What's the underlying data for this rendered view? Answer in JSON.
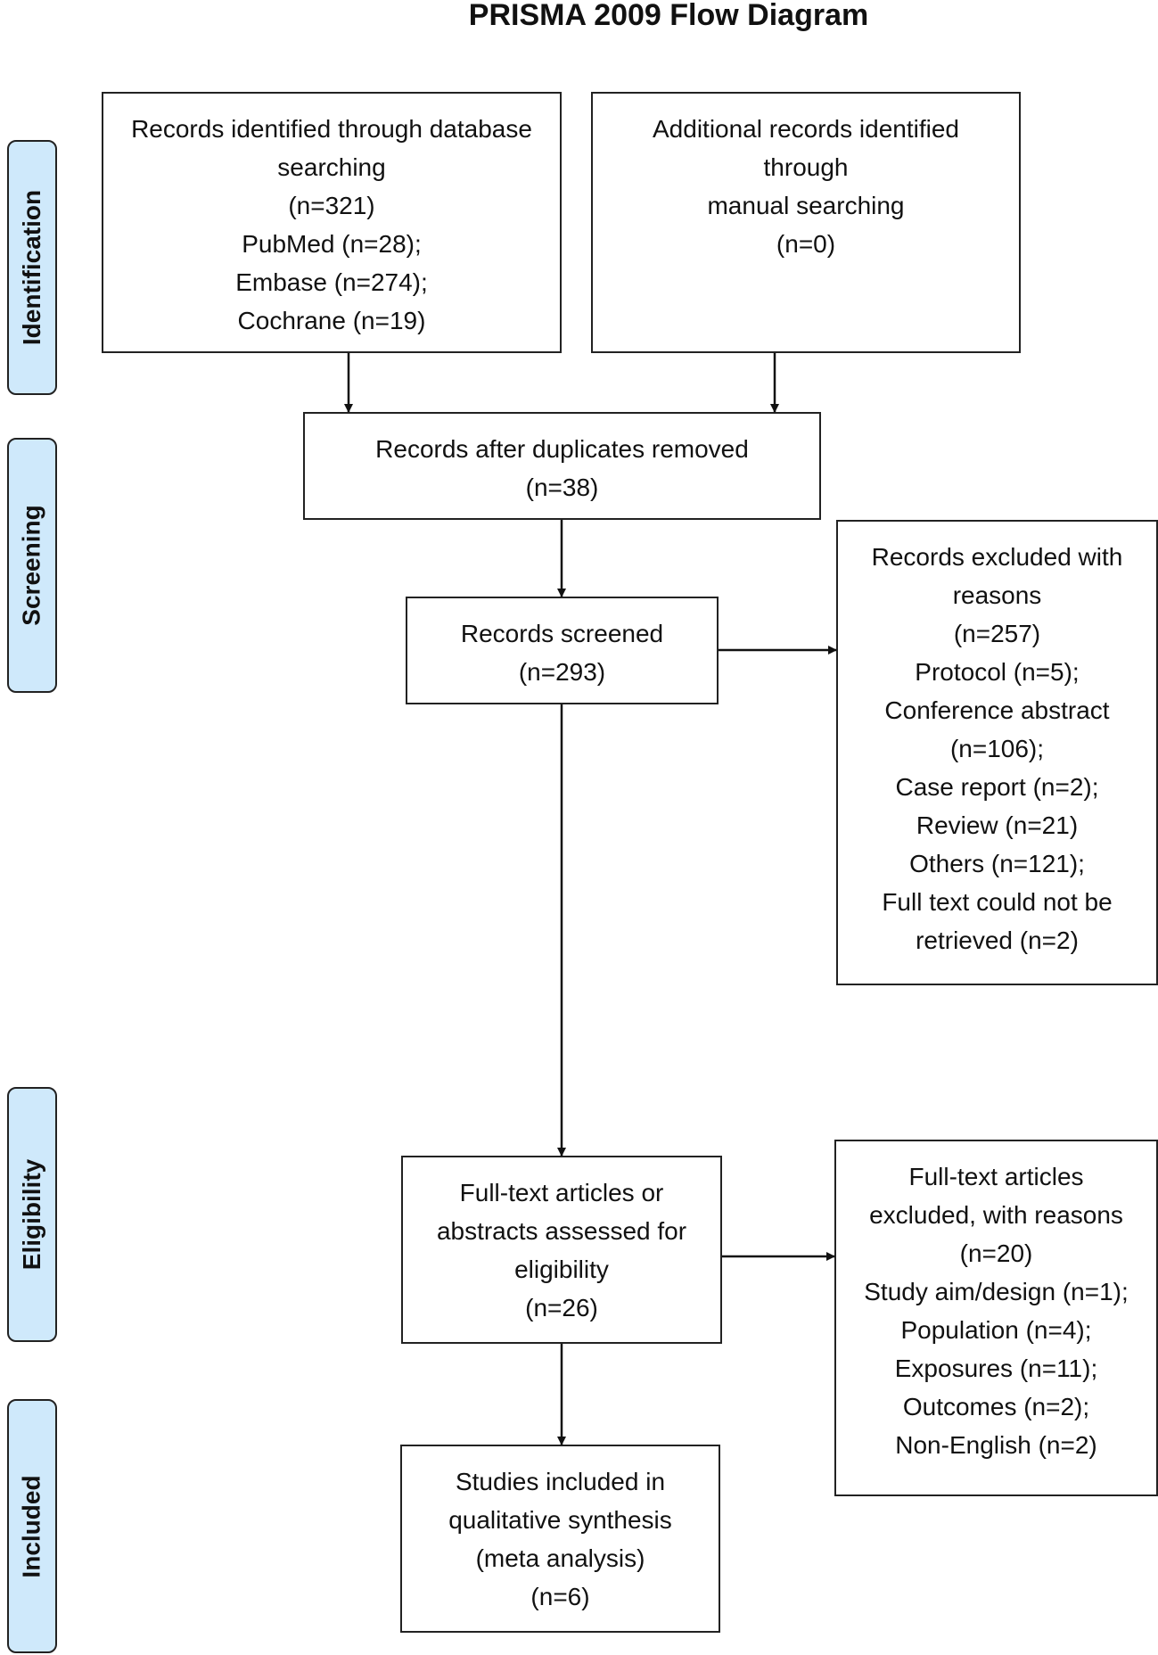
{
  "title": "PRISMA 2009 Flow Diagram",
  "stages": {
    "identification": "Identification",
    "screening": "Screening",
    "eligibility": "Eligibility",
    "included": "Included"
  },
  "boxes": {
    "database_search": [
      "Records identified through database",
      "searching",
      "(n=321)",
      "PubMed (n=28);",
      "Embase (n=274);",
      "Cochrane (n=19)"
    ],
    "manual_search": [
      "Additional records identified",
      "through",
      "manual searching",
      "(n=0)"
    ],
    "after_duplicates": [
      "Records after duplicates removed",
      "(n=38)"
    ],
    "screened": [
      "Records screened",
      "(n=293)"
    ],
    "excluded_records": [
      "Records excluded with",
      "reasons",
      "(n=257)",
      "Protocol (n=5);",
      "Conference abstract",
      "(n=106);",
      "Case report (n=2);",
      "Review (n=21)",
      "Others (n=121);",
      "Full text could not be",
      "retrieved (n=2)"
    ],
    "full_text_assessed": [
      "Full-text articles or",
      "abstracts assessed for",
      "eligibility",
      "(n=26)"
    ],
    "full_text_excluded": [
      "Full-text articles",
      "excluded, with reasons",
      "(n=20)",
      "Study aim/design (n=1);",
      "Population (n=4);",
      "Exposures (n=11);",
      "Outcomes (n=2);",
      "Non-English (n=2)"
    ],
    "included_studies": [
      "Studies included in",
      "qualitative synthesis",
      "(meta analysis)",
      "(n=6)"
    ]
  }
}
